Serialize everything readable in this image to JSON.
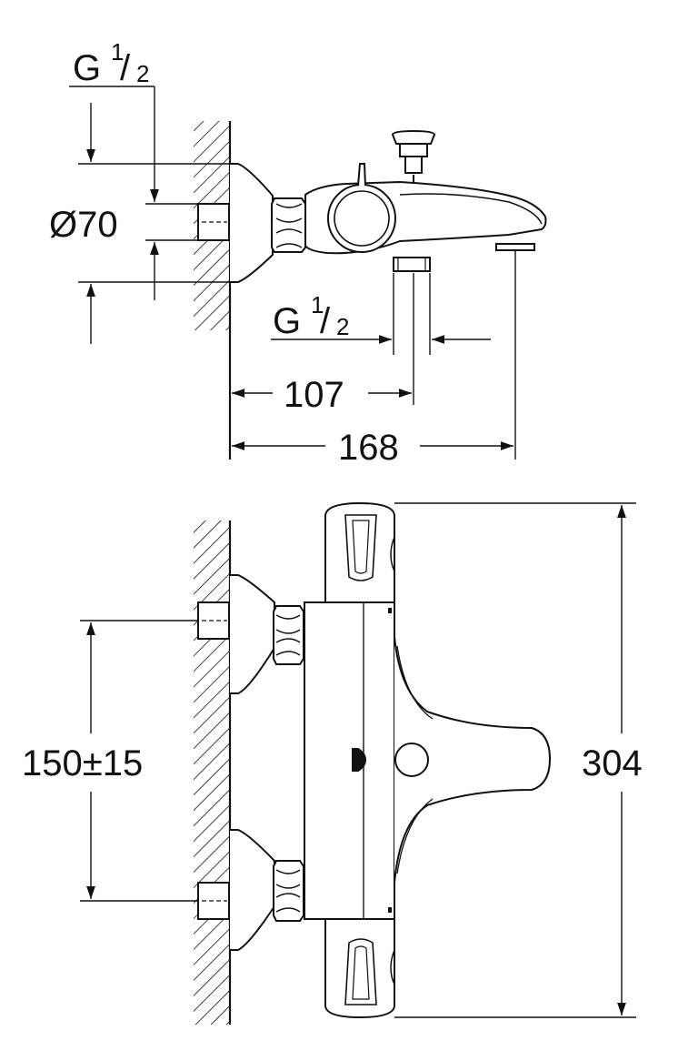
{
  "side_view": {
    "thread_top": {
      "prefix": "G",
      "num": "1",
      "den": "2"
    },
    "thread_bottom": {
      "prefix": "G",
      "num": "1",
      "den": "2"
    },
    "diameter": "Ø70",
    "depth_to_outlet": "107",
    "overall_depth": "168"
  },
  "front_view": {
    "inlet_spacing": "150±15",
    "overall_height": "304"
  },
  "colors": {
    "line": "#111111",
    "background": "#ffffff"
  }
}
